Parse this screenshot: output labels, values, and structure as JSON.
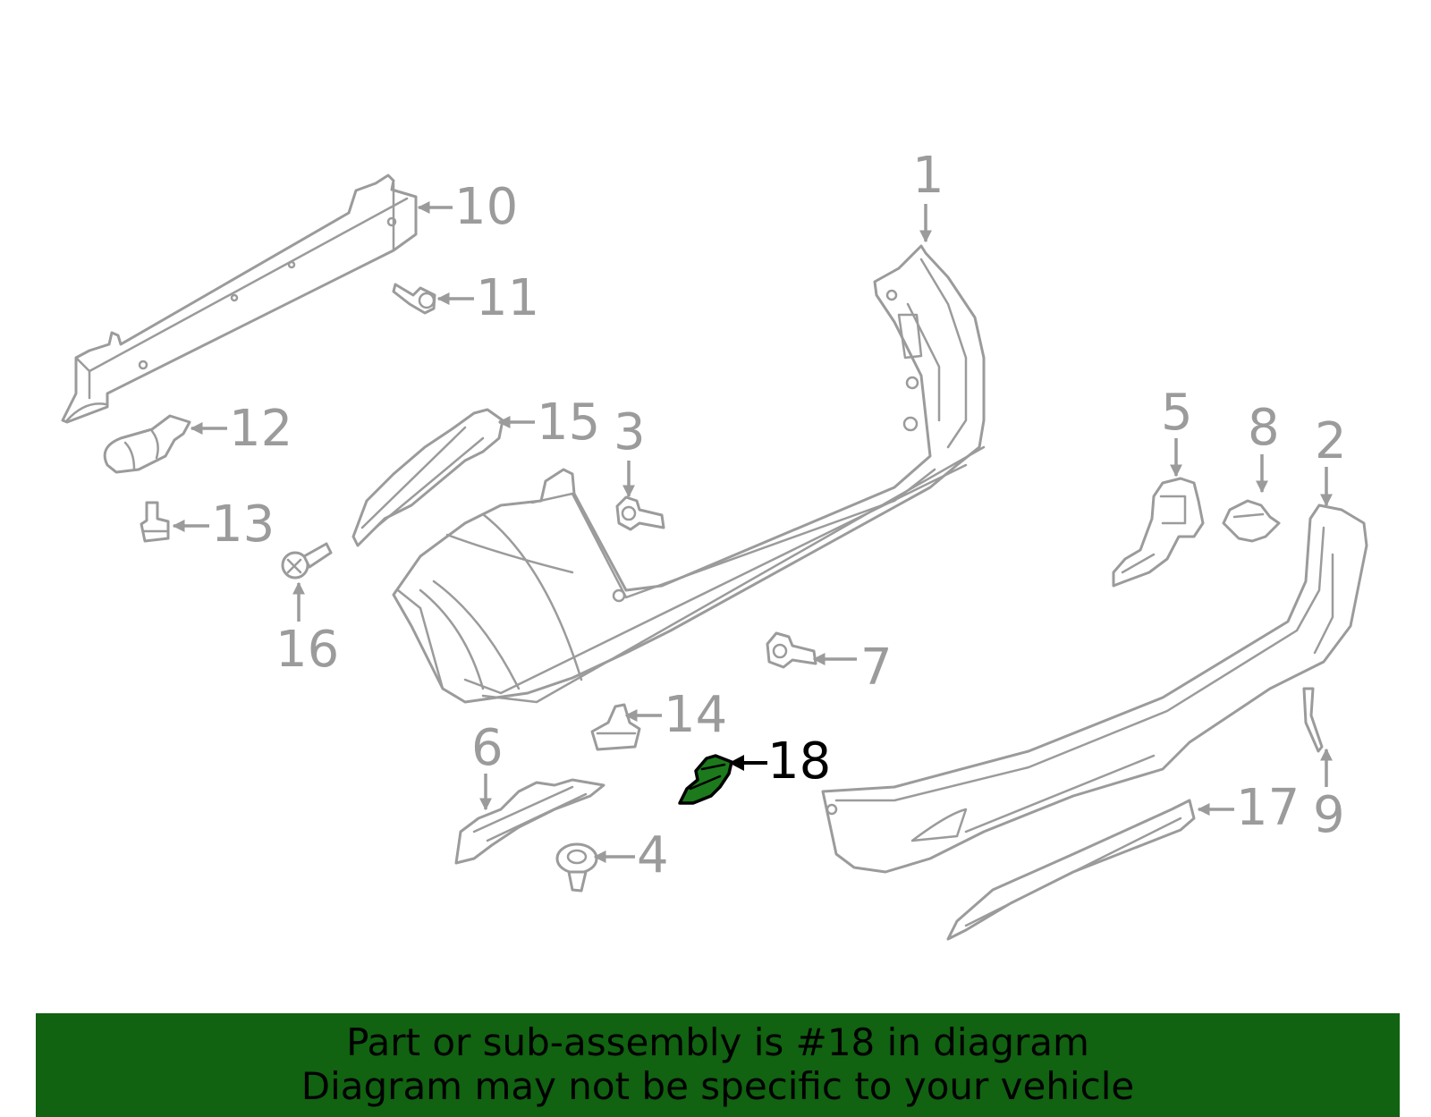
{
  "callouts": {
    "c1": "1",
    "c2": "2",
    "c3": "3",
    "c4": "4",
    "c5": "5",
    "c6": "6",
    "c7": "7",
    "c8": "8",
    "c9": "9",
    "c10": "10",
    "c11": "11",
    "c12": "12",
    "c13": "13",
    "c14": "14",
    "c15": "15",
    "c16": "16",
    "c17": "17",
    "c18": "18"
  },
  "highlighted_part": "18",
  "colors": {
    "highlight": "#1c7a1c",
    "banner": "#116211",
    "line_art": "#9b9b9b"
  },
  "banner": {
    "line1": "Part or sub-assembly is #18 in diagram",
    "line2": "Diagram may not be specific to your vehicle"
  }
}
